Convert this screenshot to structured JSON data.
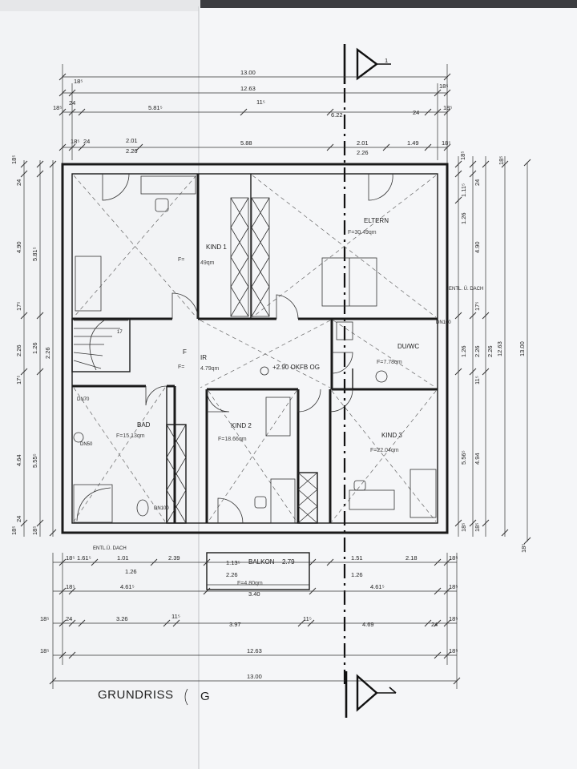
{
  "title": "GRUNDRISS",
  "title_tail": "G",
  "section_marker": "1",
  "rooms": {
    "kind1": {
      "name": "KIND 1",
      "area_left": "F=",
      "area_right": "49qm"
    },
    "eltern": {
      "name": "ELTERN",
      "area": "F=30.49qm"
    },
    "flur_left": {
      "name": "F",
      "area": "F="
    },
    "flur_right": {
      "name": "IR",
      "area": "4.79qm"
    },
    "duwc": {
      "name": "DU/WC",
      "area": "F=7.78qm"
    },
    "bad": {
      "name": "BAD",
      "area": "F=15.13qm"
    },
    "kind2": {
      "name": "KIND 2",
      "area": "F=18.66qm"
    },
    "kind3": {
      "name": "KIND 3",
      "area": "F=22.04qm"
    },
    "balkon": {
      "name": "BALKON",
      "width": "2.79",
      "area": "F=4.80qm"
    }
  },
  "level": "+2.90 OKFB OG",
  "fixtures": {
    "dn70": "DN70",
    "dn50": "DN50",
    "dn100": "DN100",
    "entl_dach": "ENTL.Ü. DACH",
    "entl_dach_right": "ENTL. Ü. DACH",
    "dn100_right": "DN100"
  },
  "stair_label": "17",
  "dims_top": {
    "overall": "13.00",
    "inner": "12.63",
    "corner_l": "18⁵",
    "corner_r": "18⁵",
    "r3_a": "18⁵",
    "r3_b": "24",
    "r3_c": "5.81⁵",
    "r3_d": "11⁵",
    "r3_e": "6.22",
    "r3_f": "24",
    "r3_g": "18⁵",
    "r4_a": "18⁵",
    "r4_b": "24",
    "r4_c": "2.01",
    "r4_d": "2.26",
    "r4_e": "5.88",
    "r4_f": "2.01",
    "r4_g": "2.26",
    "r4_h": "1.49",
    "r4_i": "18⁵"
  },
  "dims_bottom": {
    "r1_a": "18⁵",
    "r1_b": "1.61⁵",
    "r1_c": "1.01",
    "r1_d": "2.39",
    "r1_e": "1.13⁵",
    "r1_f": "1.51",
    "r1_g": "2.18",
    "r1_h": "18⁵",
    "r1_sub_a": "1.26",
    "r1_sub_b": "2.26",
    "r1_sub_c": "1.26",
    "r2_a": "18⁵",
    "r2_b": "4.61⁵",
    "r2_c": "3.40",
    "r2_d": "4.61⁵",
    "r2_e": "18⁵",
    "r3_a": "18⁵",
    "r3_b": "24",
    "r3_c": "3.26",
    "r3_d": "11⁵",
    "r3_e": "3.97",
    "r3_f": "11⁵",
    "r3_g": "4.69",
    "r3_h": "24",
    "r3_i": "18⁵",
    "inner": "12.63",
    "overall": "13.00",
    "corner_l": "18⁵",
    "corner_r": "18⁵"
  },
  "dims_left": {
    "a": "18⁵",
    "b": "24",
    "c": "4.90",
    "d": "5.81⁵",
    "e": "17⁵",
    "f": "2.26",
    "g": "1.26",
    "h": "2.26",
    "i": "17⁵",
    "j": "4.64",
    "k": "5.55⁵",
    "l": "24",
    "m": "18⁵",
    "n": "18⁵"
  },
  "dims_right": {
    "a": "18⁵",
    "b": "24",
    "c": "1.11⁵",
    "d": "1.26",
    "e": "4.90",
    "f": "17⁵",
    "g": "1.26",
    "h": "2.26",
    "i": "2.26",
    "j": "11⁵",
    "k": "5.56⁵",
    "l": "4.94",
    "m": "18⁵",
    "n": "18⁵",
    "o": "12.63",
    "p": "13.00",
    "q": "18⁵",
    "r": "18⁵"
  }
}
